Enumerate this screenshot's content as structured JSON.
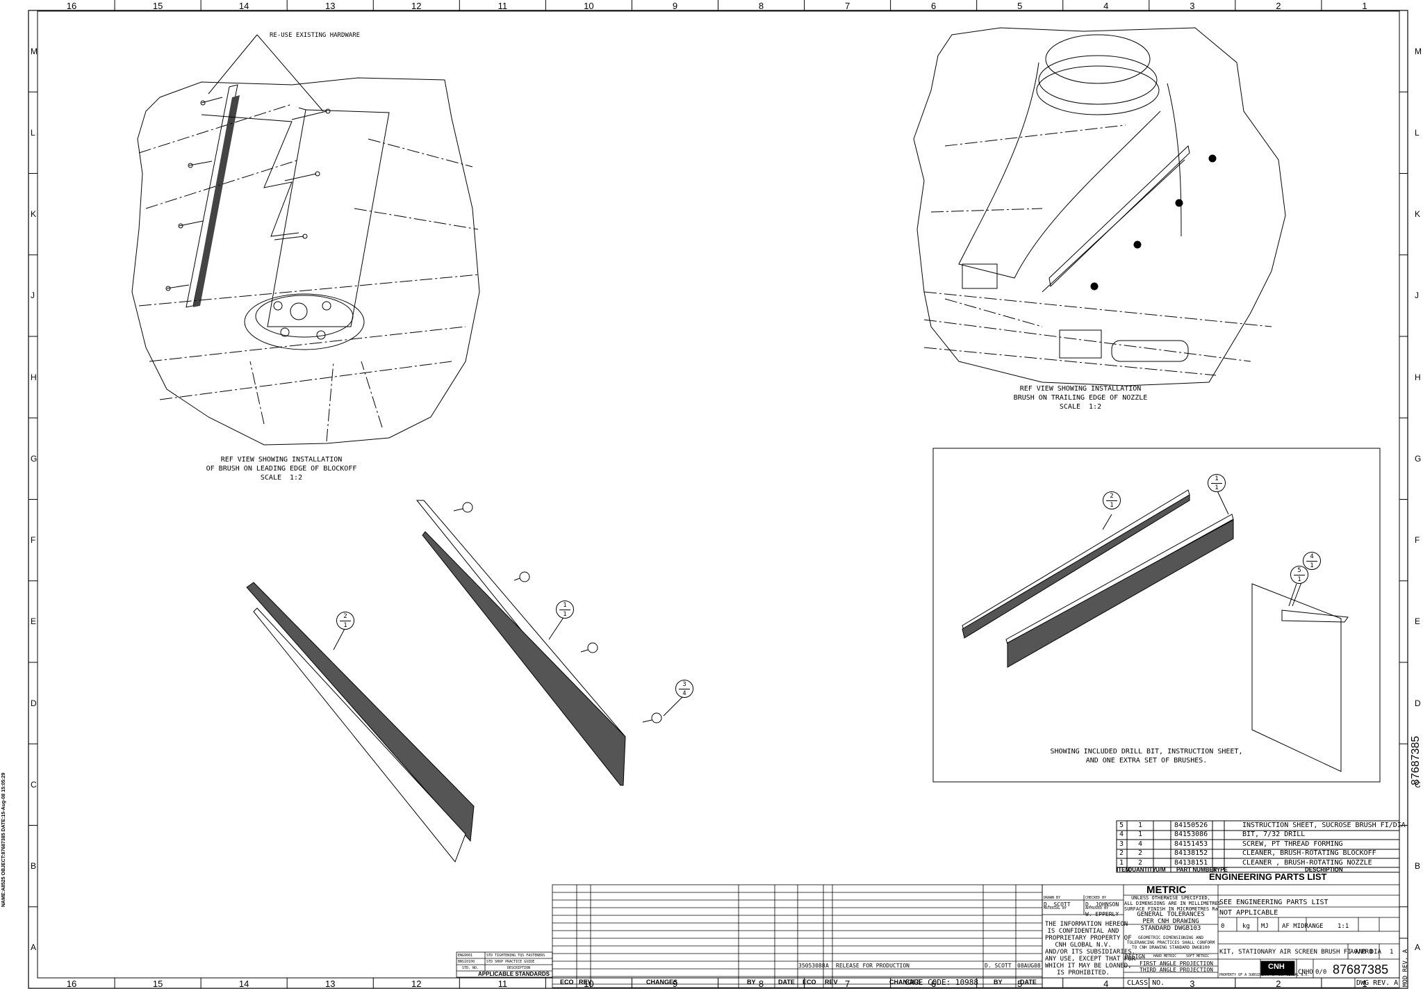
{
  "zones": {
    "columns": [
      "16",
      "15",
      "14",
      "13",
      "12",
      "11",
      "10",
      "9",
      "8",
      "7",
      "6",
      "5",
      "4",
      "3",
      "2",
      "1"
    ],
    "rows": [
      "M",
      "L",
      "K",
      "J",
      "H",
      "G",
      "F",
      "E",
      "D",
      "C",
      "B",
      "A"
    ]
  },
  "notes": {
    "reuse_hardware": "RE-USE EXISTING HARDWARE",
    "view_left": "REF VIEW SHOWING INSTALLATION\nOF BRUSH ON LEADING EDGE OF BLOCKOFF\nSCALE  1:2",
    "view_right": "REF VIEW SHOWING INSTALLATION\nBRUSH ON TRAILING EDGE OF NOZZLE\nSCALE  1:2",
    "kit_note": "SHOWING INCLUDED DRILL BIT, INSTRUCTION SHEET,\nAND ONE EXTRA SET OF BRUSHES."
  },
  "balloons": [
    {
      "top": "2",
      "bottom": "1"
    },
    {
      "top": "1",
      "bottom": "1"
    },
    {
      "top": "3",
      "bottom": "4"
    },
    {
      "top": "2",
      "bottom": "1"
    },
    {
      "top": "1",
      "bottom": "1"
    },
    {
      "top": "4",
      "bottom": "1"
    },
    {
      "top": "5",
      "bottom": "1"
    }
  ],
  "parts_list": {
    "title": "ENGINEERING PARTS LIST",
    "headers": [
      "ITEM",
      "QUANTITY",
      "U/M",
      "PART NUMBER",
      "TYPE",
      "DESCRIPTION"
    ],
    "rows": [
      {
        "item": "5",
        "qty": "1",
        "um": "",
        "pn": "84150526",
        "type": "",
        "desc": "INSTRUCTION SHEET, SUCROSE BRUSH FI/DIA"
      },
      {
        "item": "4",
        "qty": "1",
        "um": "",
        "pn": "84153086",
        "type": "",
        "desc": "BIT, 7/32 DRILL"
      },
      {
        "item": "3",
        "qty": "4",
        "um": "",
        "pn": "84151453",
        "type": "",
        "desc": "SCREW, PT THREAD FORMING"
      },
      {
        "item": "2",
        "qty": "2",
        "um": "",
        "pn": "84138152",
        "type": "",
        "desc": "CLEANER, BRUSH-ROTATING BLOCKOFF"
      },
      {
        "item": "1",
        "qty": "2",
        "um": "",
        "pn": "84138151",
        "type": "",
        "desc": "CLEANER , BRUSH-ROTATING NOZZLE"
      }
    ]
  },
  "revision_block": {
    "headers": [
      "ECO",
      "REV",
      "CHANGES",
      "BY",
      "DATE"
    ],
    "entry": {
      "eco": "35053088",
      "rev": "A",
      "change": "RELEASE FOR PRODUCTION",
      "by": "D. SCOTT",
      "date": "08AUG08"
    },
    "cage_code": "CAGE CODE: 10988"
  },
  "standards": {
    "rows": [
      {
        "no": "ENG9001",
        "desc": "STD TIGHTENING TQS FASTENERS"
      },
      {
        "no": "BNS10100",
        "desc": "STD SHOP PRACTICE GUIDE"
      },
      {
        "no": "STD. NO.",
        "desc": "DESCRIPTION"
      }
    ],
    "title": "APPLICABLE STANDARDS"
  },
  "title_block": {
    "units": "METRIC",
    "drawn_by_label": "DRAWN BY",
    "drawn_by": "D. SCOTT",
    "checked_by_label": "CHECKED BY",
    "checked_by": "D. JOHNSON",
    "material_by_label": "MATERIAL BY",
    "approved_by_label": "APPROVED BY",
    "approved_by": "W. EPPERLY",
    "tolerance_text": "UNLESS OTHERWISE SPECIFIED,\nALL DIMENSIONS ARE IN MILLIMETRES\nSURFACE FINISH IN MICROMETRES Ra",
    "general_tolerances": "GENERAL TOLERANCES\nPER CNH DRAWING\nSTANDARD DWGB103",
    "geometric_note": "GEOMETRIC DIMENSIONING AND\nTOLERANCING PRACTICES SHALL CONFORM\nTO CNH DRAWING STANDARD DWGB100",
    "proprietary": "THE INFORMATION HEREON\nIS CONFIDENTIAL AND\nPROPRIETARY PROPERTY OF\nCNH GLOBAL N.V.\nAND/OR ITS SUBSIDIARIES.\nANY USE, EXCEPT THAT FOR\nWHICH IT MAY BE LOANED,\nIS PROHIBITED.",
    "design_label": "DESIGN",
    "hand_metric": "HARD METRIC",
    "soft_metric": "SOFT METRIC",
    "first_angle": "FIRST ANGLE PROJECTION",
    "third_angle": "THIRD ANGLE PROJECTION",
    "raw_material": "SEE ENGINEERING PARTS LIST",
    "heat_material": "NOT APPLICABLE",
    "weight": "0",
    "weight_unit": "kg",
    "weight_code": "MJ",
    "model": "AF MIDRANGE",
    "scale": "1:1",
    "sheet": "1",
    "of": "1",
    "description": "KIT, STATIONARY AIR SCREEN BRUSH FI AND DIA",
    "size": "A0/PRO",
    "cc_class": "CNHO",
    "critical": "0/0",
    "part_number": "87687385",
    "company": "CNH",
    "company_sub": "PROPERTY OF A SUBSIDIARY OF CNH GLOBAL N.V.",
    "class_no": "CLASS NO.",
    "dwg_rev": "DWG REV. A",
    "mod_rev": "MOD REV. A",
    "side_number": "87687385",
    "left_margin": "NAME:A8525  OBJECT:87687385  DATE:15-Aug-08  15:05:29"
  },
  "colors": {
    "ink": "#000000",
    "paper": "#ffffff"
  }
}
